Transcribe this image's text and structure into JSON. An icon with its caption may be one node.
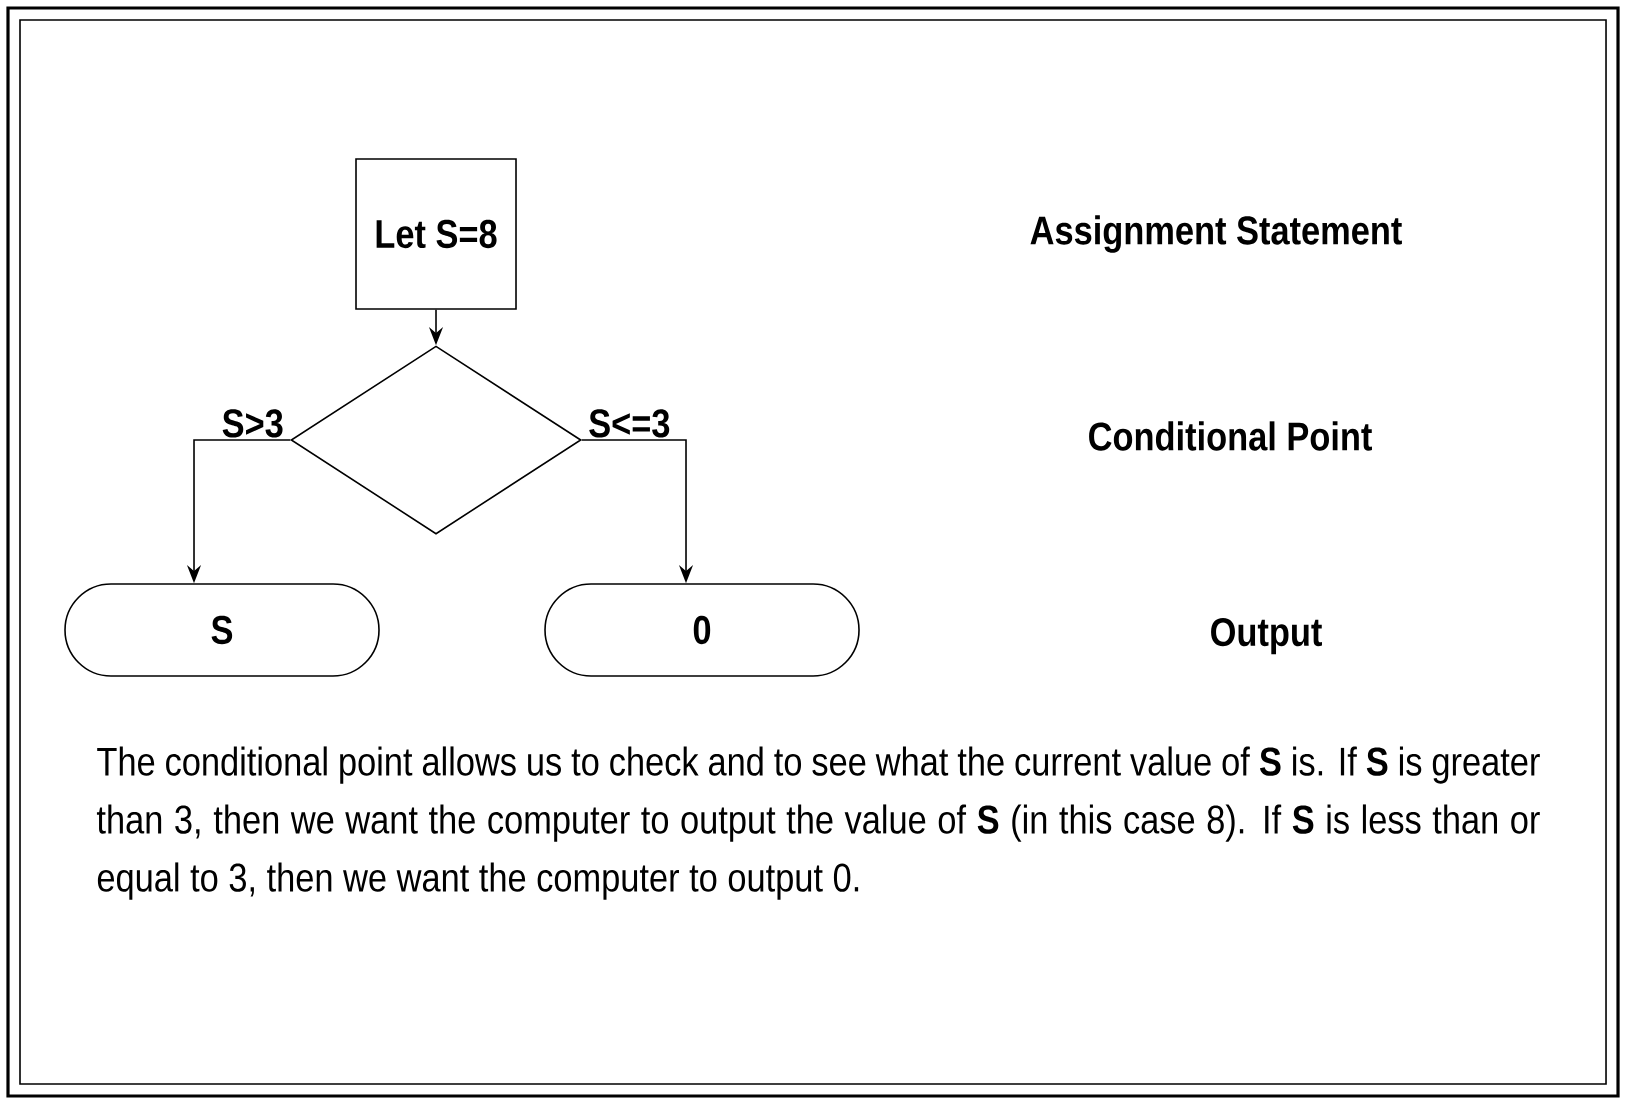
{
  "diagram": {
    "nodes": [
      {
        "text": [
          "Let S=8"
        ]
      },
      {
        "text": [],
        "shape": "diamond"
      },
      {
        "text": [
          "S"
        ]
      },
      {
        "text": [
          "0"
        ]
      }
    ],
    "edges": [
      {
        "from": 0,
        "to": 1,
        "arrow": "to"
      },
      {
        "from": 1,
        "to": 2,
        "arrow": "to",
        "label": "S>3"
      },
      {
        "from": 1,
        "to": 3,
        "arrow": "to",
        "label": "S<=3"
      }
    ],
    "labels": [
      "Assignment Statement",
      "Conditional Point",
      "Output",
      "The conditional point allows us to check and to see what the current value of **S** is. If **S** is greater than 3, then we want the computer to output the value of **S** (in this case 8). If **S** is less than or equal to 3, then we want the computer to output 0."
    ]
  }
}
